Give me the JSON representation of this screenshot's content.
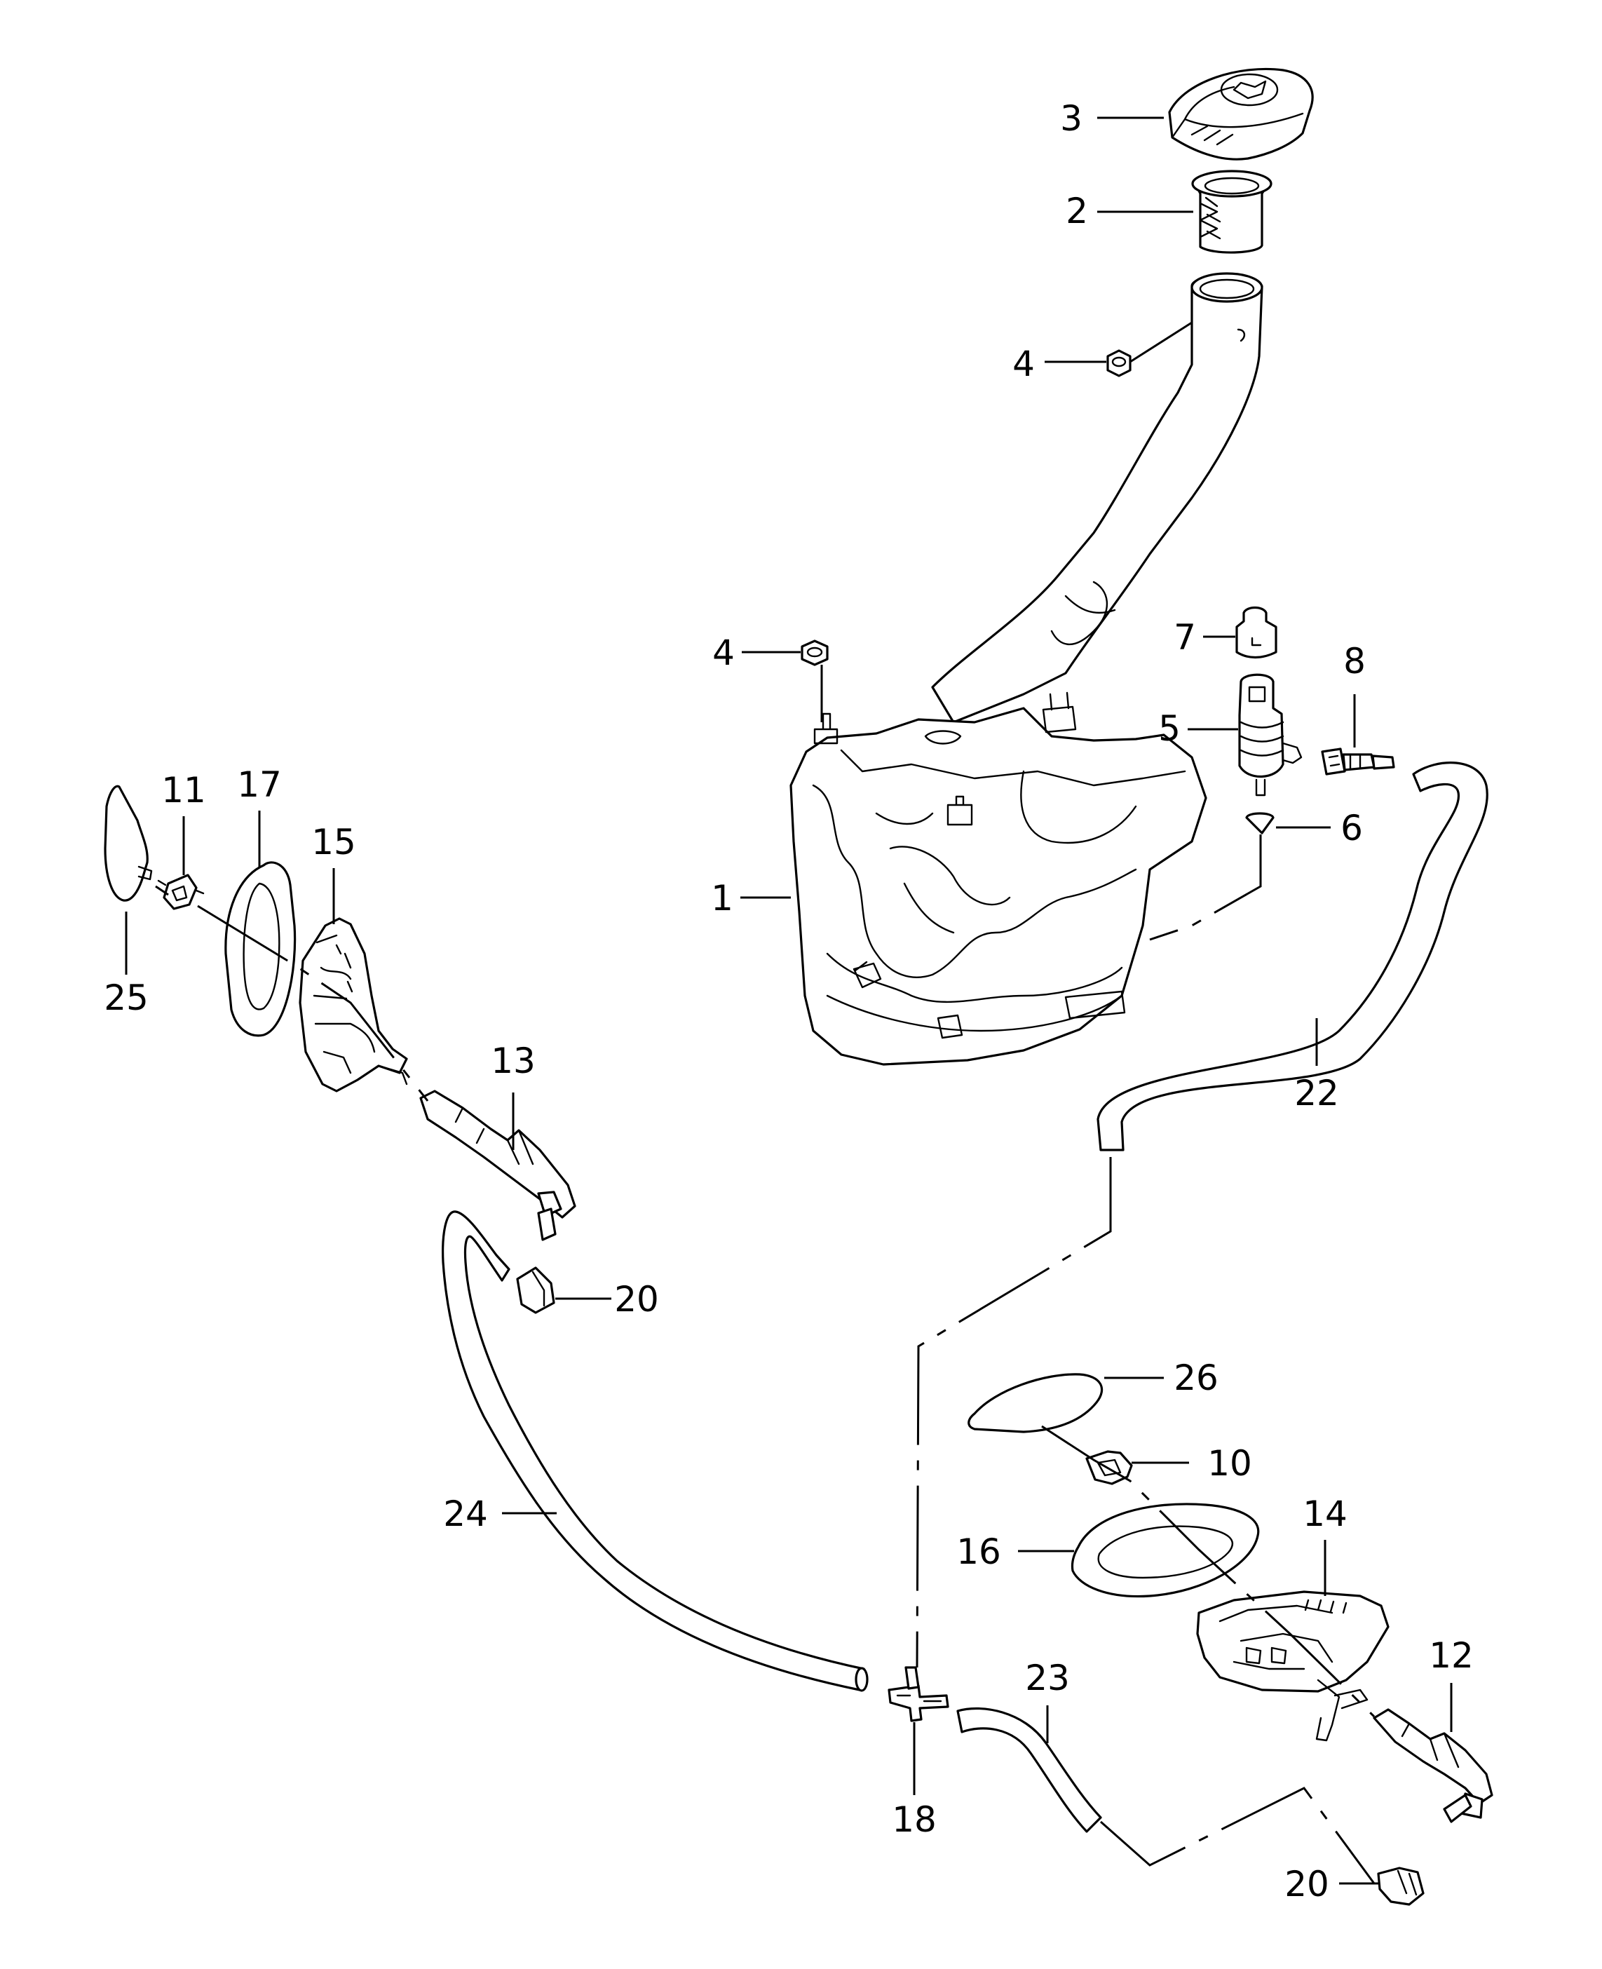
{
  "callouts": {
    "c1": "1",
    "c2": "2",
    "c3": "3",
    "c4a": "4",
    "c4b": "4",
    "c5": "5",
    "c6": "6",
    "c7": "7",
    "c8": "8",
    "c10": "10",
    "c11": "11",
    "c12": "12",
    "c13": "13",
    "c14": "14",
    "c15": "15",
    "c16": "16",
    "c17": "17",
    "c18": "18",
    "c20a": "20",
    "c20b": "20",
    "c22": "22",
    "c23": "23",
    "c24": "24",
    "c25": "25",
    "c26": "26"
  }
}
